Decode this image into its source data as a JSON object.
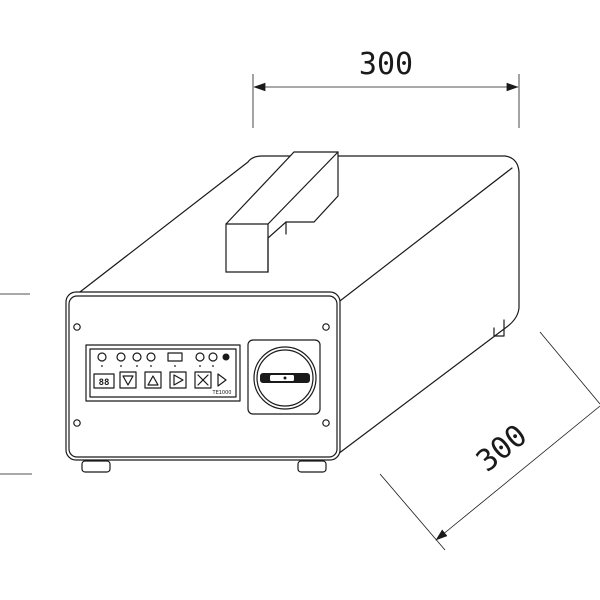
{
  "dimensions": {
    "width": "300",
    "depth": "300"
  },
  "panel": {
    "display_digits": "88",
    "model_code": "TE1000"
  },
  "colors": {
    "line": "#1a1a1a",
    "background": "#ffffff"
  }
}
